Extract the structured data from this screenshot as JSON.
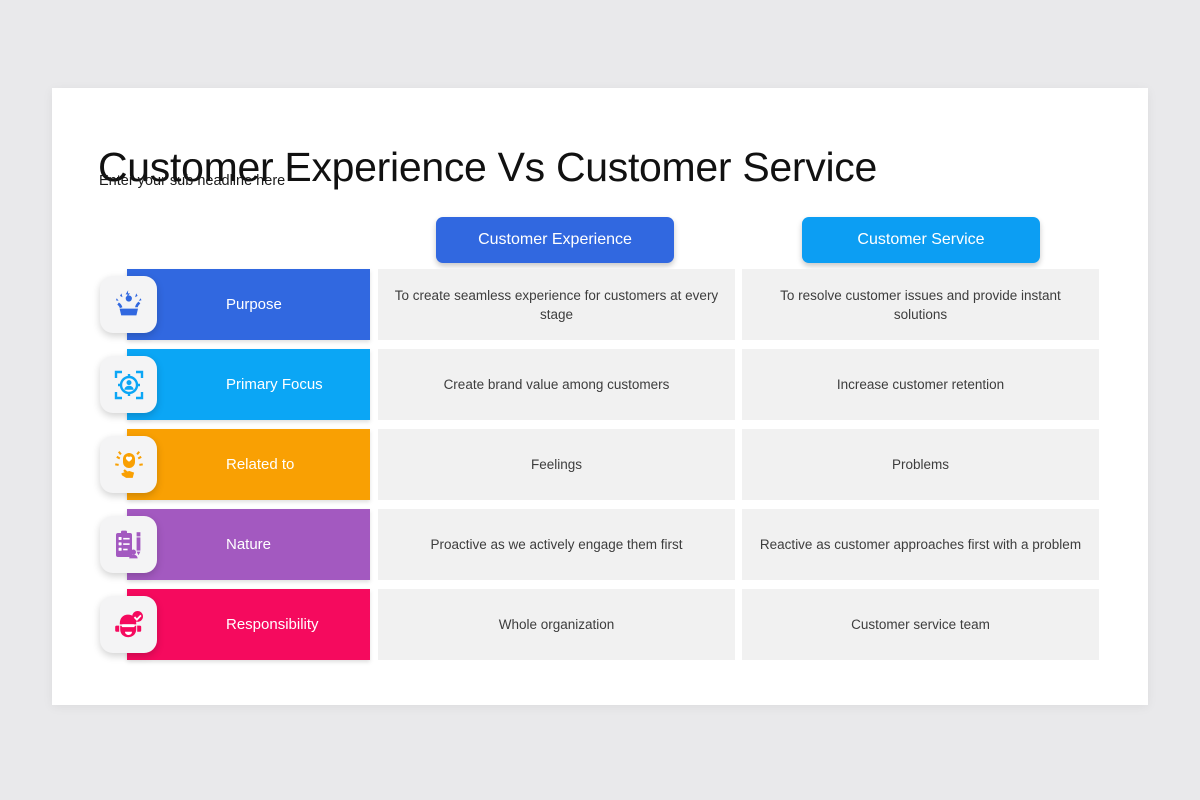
{
  "slide": {
    "title": "Customer Experience Vs Customer Service",
    "subtitle": "Enter your sub headline here",
    "background_color": "#e9e9eb",
    "card_color": "#ffffff"
  },
  "columns": [
    {
      "label": "Customer Experience",
      "color": "#3168e0"
    },
    {
      "label": "Customer Service",
      "color": "#0c9ef3"
    }
  ],
  "rows": [
    {
      "label": "Purpose",
      "color": "#3168e0",
      "icon": "excited-customer-icon",
      "cells": [
        "To create seamless experience for customers at every stage",
        "To resolve customer issues and provide instant solutions"
      ]
    },
    {
      "label": "Primary Focus",
      "color": "#0ba6f5",
      "icon": "target-audience-icon",
      "cells": [
        "Create brand value among customers",
        "Increase customer retention"
      ]
    },
    {
      "label": "Related to",
      "color": "#f9a003",
      "icon": "heart-touch-icon",
      "cells": [
        "Feelings",
        "Problems"
      ]
    },
    {
      "label": "Nature",
      "color": "#a košice"
    },
    {
      "label": "Responsibility",
      "color": "#f50a5e",
      "icon": "verified-agent-icon",
      "cells": [
        "Whole organization",
        "Customer service team"
      ]
    }
  ],
  "rows_fixed": [
    {
      "label": "Purpose",
      "color": "#3168e0",
      "icon": "excited-customer-icon",
      "cells": [
        "To create seamless experience for customers at every stage",
        "To resolve customer issues and provide instant solutions"
      ]
    },
    {
      "label": "Primary Focus",
      "color": "#0ba6f5",
      "icon": "target-audience-icon",
      "cells": [
        "Create brand value among customers",
        "Increase customer retention"
      ]
    },
    {
      "label": "Related to",
      "color": "#f9a003",
      "icon": "heart-touch-icon",
      "cells": [
        "Feelings",
        "Problems"
      ]
    },
    {
      "label": "Nature",
      "color": "#a359c0",
      "icon": "survey-clipboard-icon",
      "cells": [
        "Proactive as we actively engage them first",
        "Reactive as customer approaches first with a problem"
      ]
    },
    {
      "label": "Responsibility",
      "color": "#f50a5e",
      "icon": "verified-agent-icon",
      "cells": [
        "Whole organization",
        "Customer service team"
      ]
    }
  ]
}
